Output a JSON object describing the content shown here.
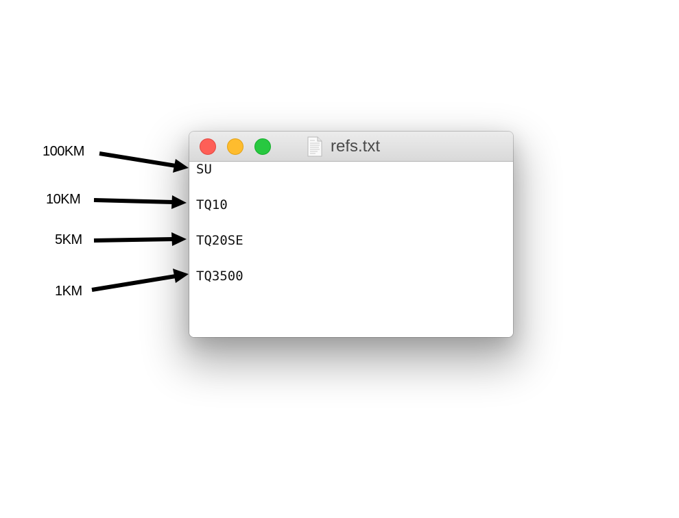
{
  "window": {
    "title": "refs.txt",
    "file_icon": "text-document-icon",
    "controls": {
      "close": {
        "icon": "close-icon",
        "color": "#fe5f57"
      },
      "minimize": {
        "icon": "minimize-icon",
        "color": "#febc2e"
      },
      "maximize": {
        "icon": "maximize-icon",
        "color": "#28c840"
      }
    }
  },
  "content": {
    "lines": [
      "SU",
      "TQ10",
      "TQ20SE",
      "TQ3500"
    ]
  },
  "annotations": [
    {
      "label": "100KM",
      "points_to": "SU"
    },
    {
      "label": "10KM",
      "points_to": "TQ10"
    },
    {
      "label": "5KM",
      "points_to": "TQ20SE"
    },
    {
      "label": "1KM",
      "points_to": "TQ3500"
    }
  ]
}
